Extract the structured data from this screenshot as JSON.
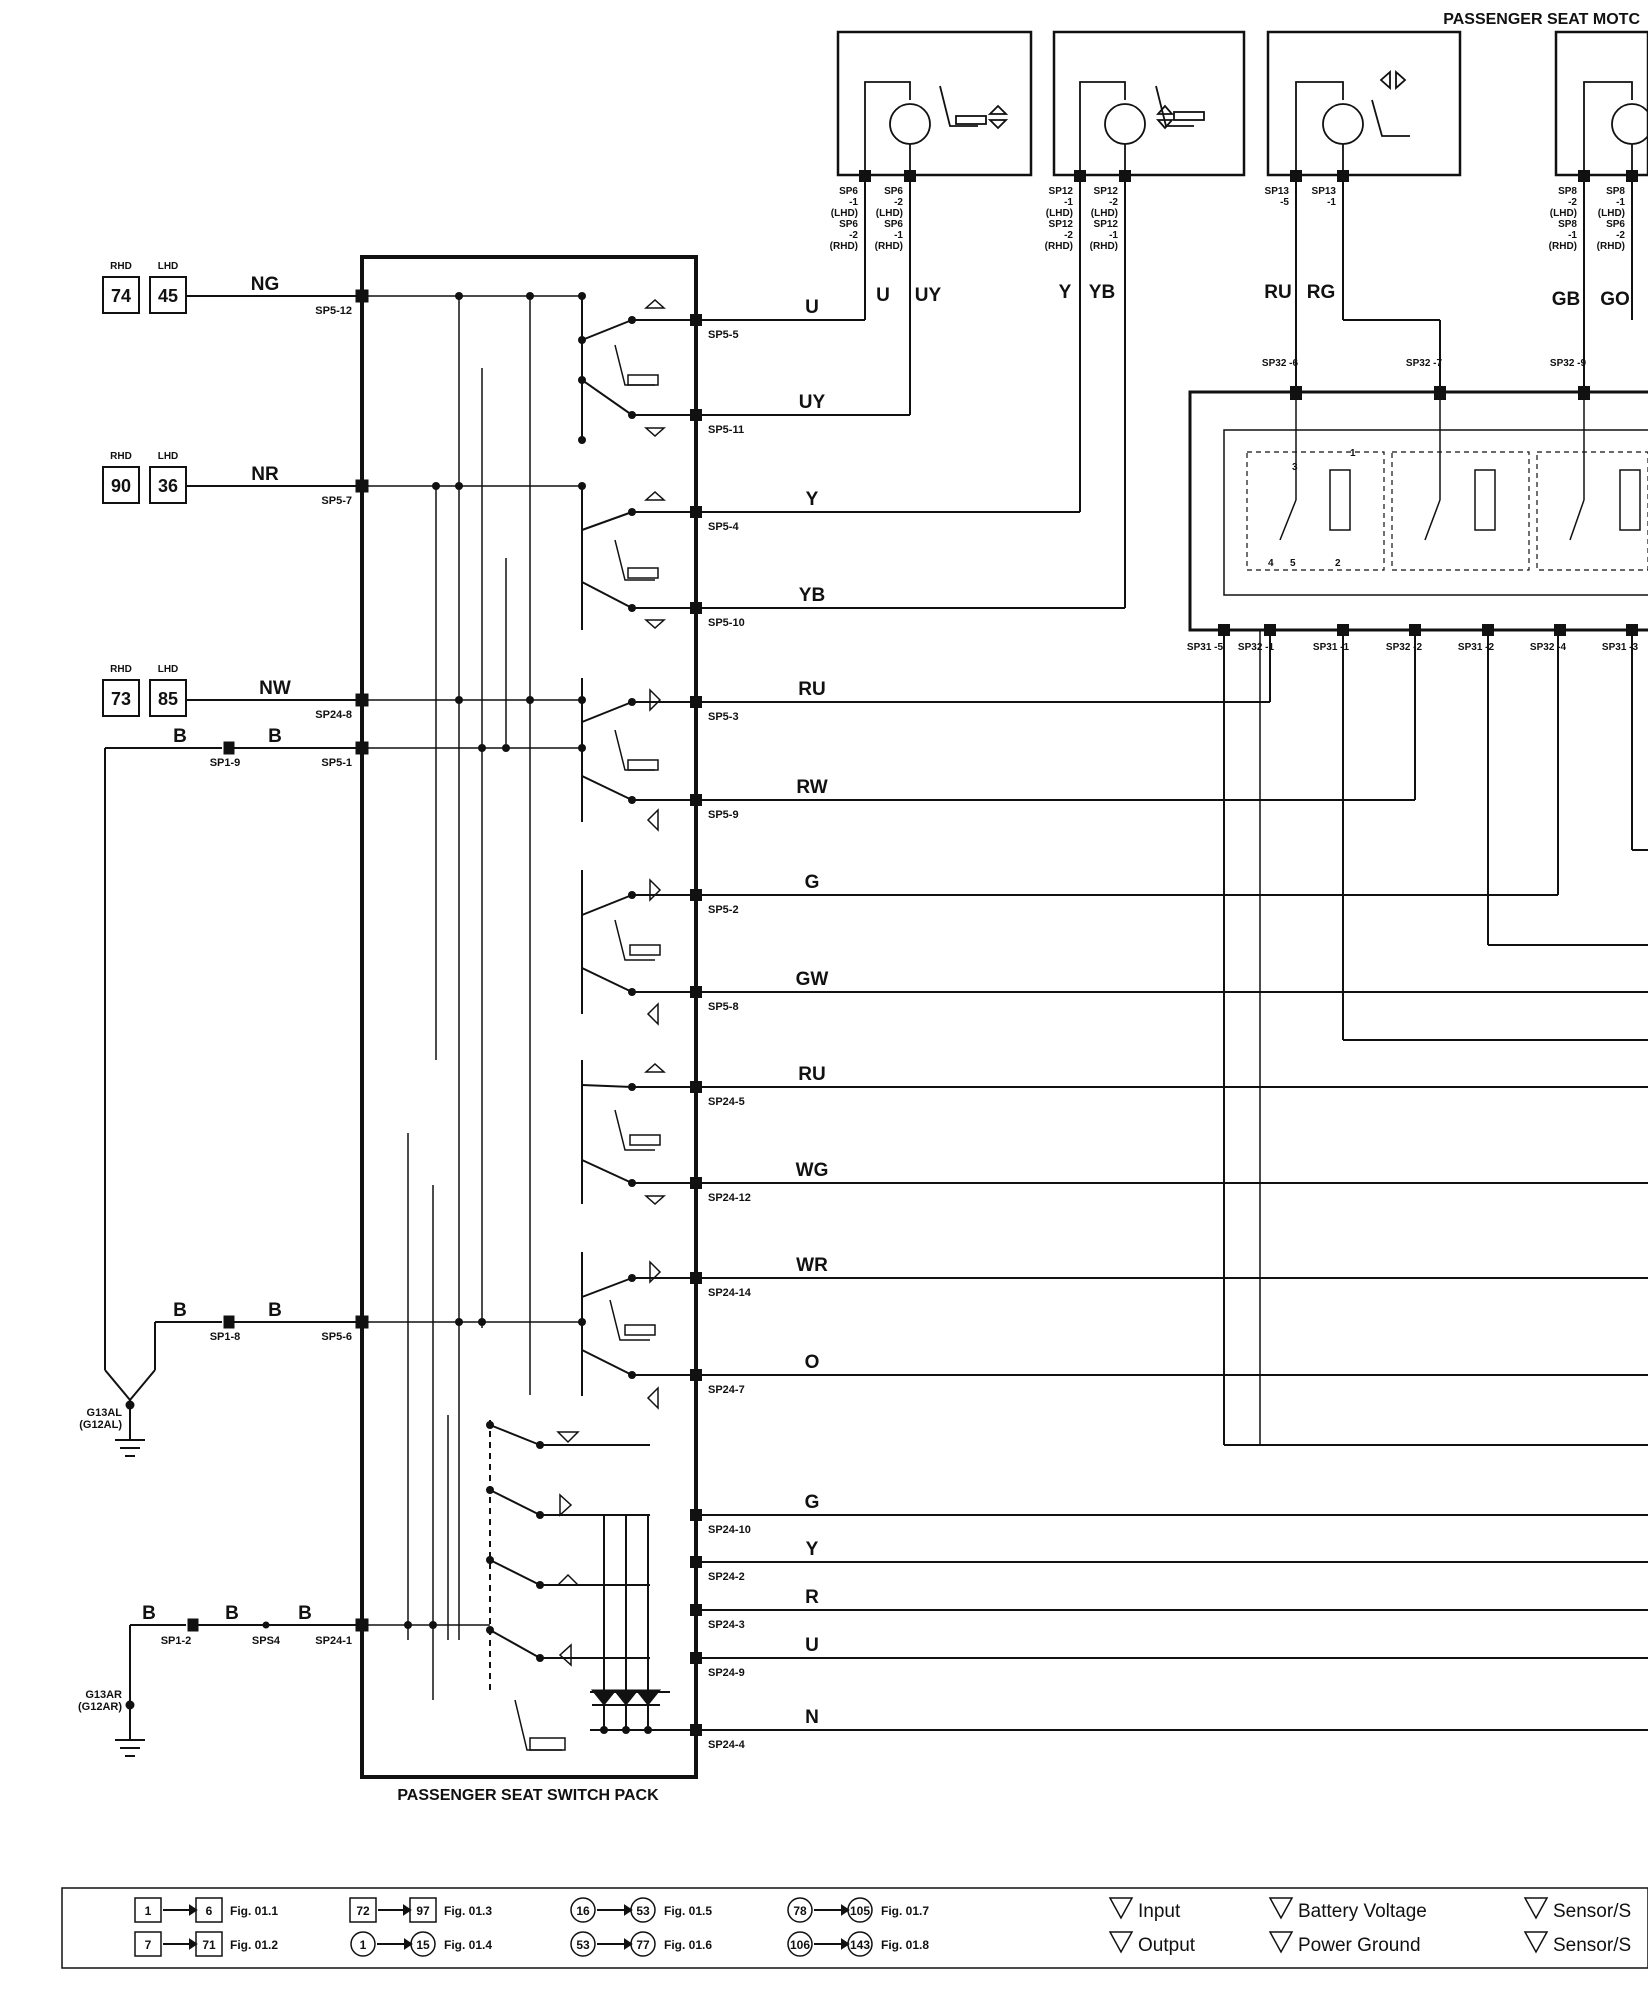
{
  "titles": {
    "switch_pack": "PASSENGER SEAT SWITCH PACK",
    "motors": "PASSENGER SEAT MOTC"
  },
  "feeds": [
    {
      "rhd_label": "RHD",
      "lhd_label": "LHD",
      "rhd": "74",
      "lhd": "45",
      "wire": "NG",
      "pin": "SP5-12"
    },
    {
      "rhd_label": "RHD",
      "lhd_label": "LHD",
      "rhd": "90",
      "lhd": "36",
      "wire": "NR",
      "pin": "SP5-7"
    },
    {
      "rhd_label": "RHD",
      "lhd_label": "LHD",
      "rhd": "73",
      "lhd": "85",
      "wire": "NW",
      "pin": "SP24-8"
    }
  ],
  "grounds": {
    "left_wire_1": "B",
    "left_wire_2": "B",
    "conn_a": "SP1-9",
    "pin_a": "SP5-1",
    "left_wire_3": "B",
    "left_wire_4": "B",
    "conn_b": "SP1-8",
    "pin_b": "SP5-6",
    "ground_a": "G13AL",
    "ground_a_alt": "(G12AL)",
    "wire_c1": "B",
    "wire_c2": "B",
    "wire_c3": "B",
    "conn_c": "SP1-2",
    "splice": "SPS4",
    "pin_c": "SP24-1",
    "ground_b": "G13AR",
    "ground_b_alt": "(G12AR)"
  },
  "outputs": [
    {
      "pin": "SP5-5",
      "wire": "U"
    },
    {
      "pin": "SP5-11",
      "wire": "UY"
    },
    {
      "pin": "SP5-4",
      "wire": "Y"
    },
    {
      "pin": "SP5-10",
      "wire": "YB"
    },
    {
      "pin": "SP5-3",
      "wire": "RU"
    },
    {
      "pin": "SP5-9",
      "wire": "RW"
    },
    {
      "pin": "SP5-2",
      "wire": "G"
    },
    {
      "pin": "SP5-8",
      "wire": "GW"
    },
    {
      "pin": "SP24-5",
      "wire": "RU"
    },
    {
      "pin": "SP24-12",
      "wire": "WG"
    },
    {
      "pin": "SP24-14",
      "wire": "WR"
    },
    {
      "pin": "SP24-7",
      "wire": "O"
    },
    {
      "pin": "SP24-10",
      "wire": "G"
    },
    {
      "pin": "SP24-2",
      "wire": "Y"
    },
    {
      "pin": "SP24-3",
      "wire": "R"
    },
    {
      "pin": "SP24-9",
      "wire": "U"
    },
    {
      "pin": "SP24-4",
      "wire": "N"
    }
  ],
  "motors": [
    {
      "pins": [
        "SP6",
        "-1",
        "(LHD)",
        "SP6",
        "-2",
        "(RHD)"
      ],
      "pins2": [
        "SP6",
        "-2",
        "(LHD)",
        "SP6",
        "-1",
        "(RHD)"
      ],
      "w1": "U",
      "w2": "UY"
    },
    {
      "pins": [
        "SP12",
        "-1",
        "(LHD)",
        "SP12",
        "-2",
        "(RHD)"
      ],
      "pins2": [
        "SP12",
        "-2",
        "(LHD)",
        "SP12",
        "-1",
        "(RHD)"
      ],
      "w1": "Y",
      "w2": "YB"
    },
    {
      "pins": [
        "SP13",
        "-5"
      ],
      "pins2": [
        "SP13",
        "-1"
      ],
      "w1": "RU",
      "w2": "RG"
    },
    {
      "pins": [
        "SP8",
        "-2",
        "(LHD)",
        "SP8",
        "-1",
        "(RHD)"
      ],
      "pins2": [
        "SP8",
        "-1",
        "(LHD)",
        "SP6",
        "-2",
        "(RHD)"
      ],
      "w1": "GB",
      "w2": "GO"
    }
  ],
  "relay_top_pins": [
    "SP32\n-6",
    "SP32\n-7",
    "SP32\n-9"
  ],
  "relay_bottom_pins": [
    "SP31\n-5",
    "SP32\n-1",
    "SP31\n-1",
    "SP32\n-2",
    "SP31\n-2",
    "SP32\n-4",
    "SP31\n-3"
  ],
  "relay_terms": [
    "3",
    "4",
    "5",
    "1",
    "2"
  ],
  "legend": {
    "refs": [
      {
        "a": "1",
        "b": "6",
        "fig": "Fig. 01.1"
      },
      {
        "a": "7",
        "b": "71",
        "fig": "Fig. 01.2"
      },
      {
        "a": "72",
        "b": "97",
        "fig": "Fig. 01.3"
      },
      {
        "a": "1",
        "b": "15",
        "fig": "Fig. 01.4"
      },
      {
        "a": "16",
        "b": "53",
        "fig": "Fig. 01.5"
      },
      {
        "a": "53",
        "b": "77",
        "fig": "Fig. 01.6"
      },
      {
        "a": "78",
        "b": "105",
        "fig": "Fig. 01.7"
      },
      {
        "a": "106",
        "b": "143",
        "fig": "Fig. 01.8"
      }
    ],
    "input": "Input",
    "output": "Output",
    "battery": "Battery Voltage",
    "power_ground": "Power Ground",
    "sensor_plus": "Sensor/S",
    "sensor_minus": "Sensor/S"
  }
}
